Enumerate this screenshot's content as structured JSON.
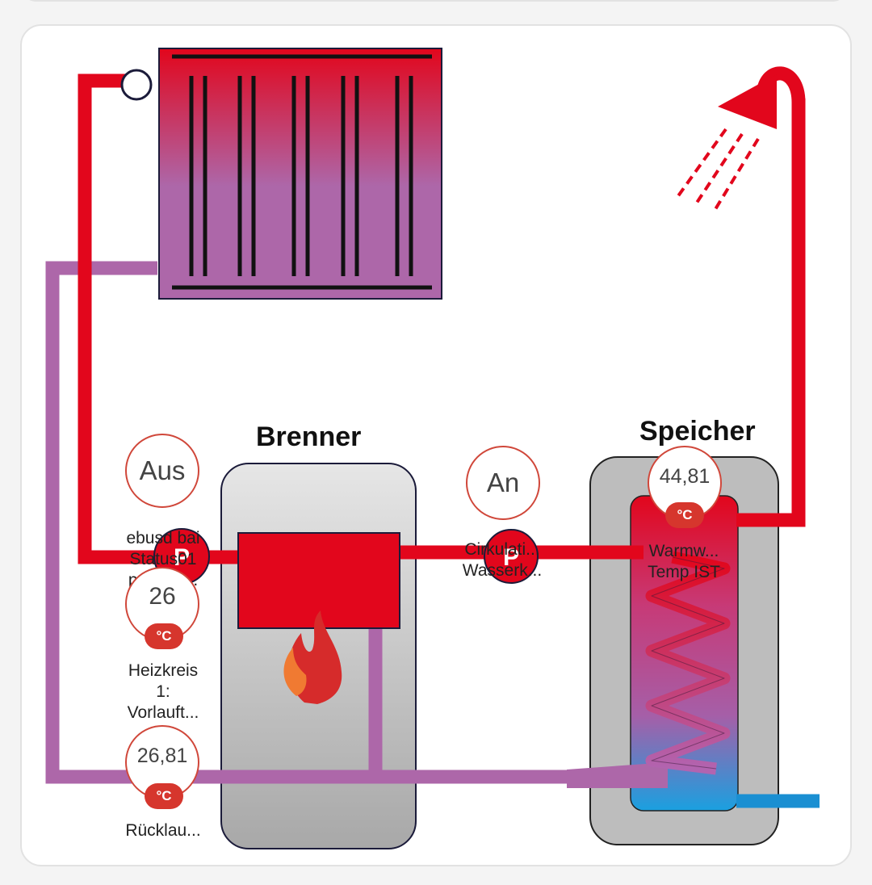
{
  "labels": {
    "brenner": "Brenner",
    "speicher": "Speicher"
  },
  "entities": {
    "burner_pump_state": {
      "value": "Aus",
      "name_lines": [
        "ebusd bai",
        "Status01",
        "pumpst..."
      ]
    },
    "circulation_pump_state": {
      "value": "An",
      "name_lines": [
        "Cirkulati...",
        "Wasserk..."
      ]
    },
    "storage_temp": {
      "value": "44,81",
      "unit": "°C",
      "name_lines": [
        "Warmw...",
        "Temp IST"
      ]
    },
    "flow_temp": {
      "value": "26",
      "unit": "°C",
      "name_lines": [
        "Heizkreis",
        "1:",
        "Vorlauft..."
      ]
    },
    "return_temp": {
      "value": "26,81",
      "unit": "°C",
      "name_lines": [
        "Rücklau..."
      ]
    }
  },
  "pumps": {
    "burner_pump_symbol": "P",
    "circulation_pump_symbol": "P"
  },
  "colors": {
    "hot_pipe": "#e2061c",
    "cold_pipe": "#ad67a9",
    "cold_water": "#1a8fd2",
    "badge": "#d6362d",
    "circle_border": "#d0473a"
  }
}
